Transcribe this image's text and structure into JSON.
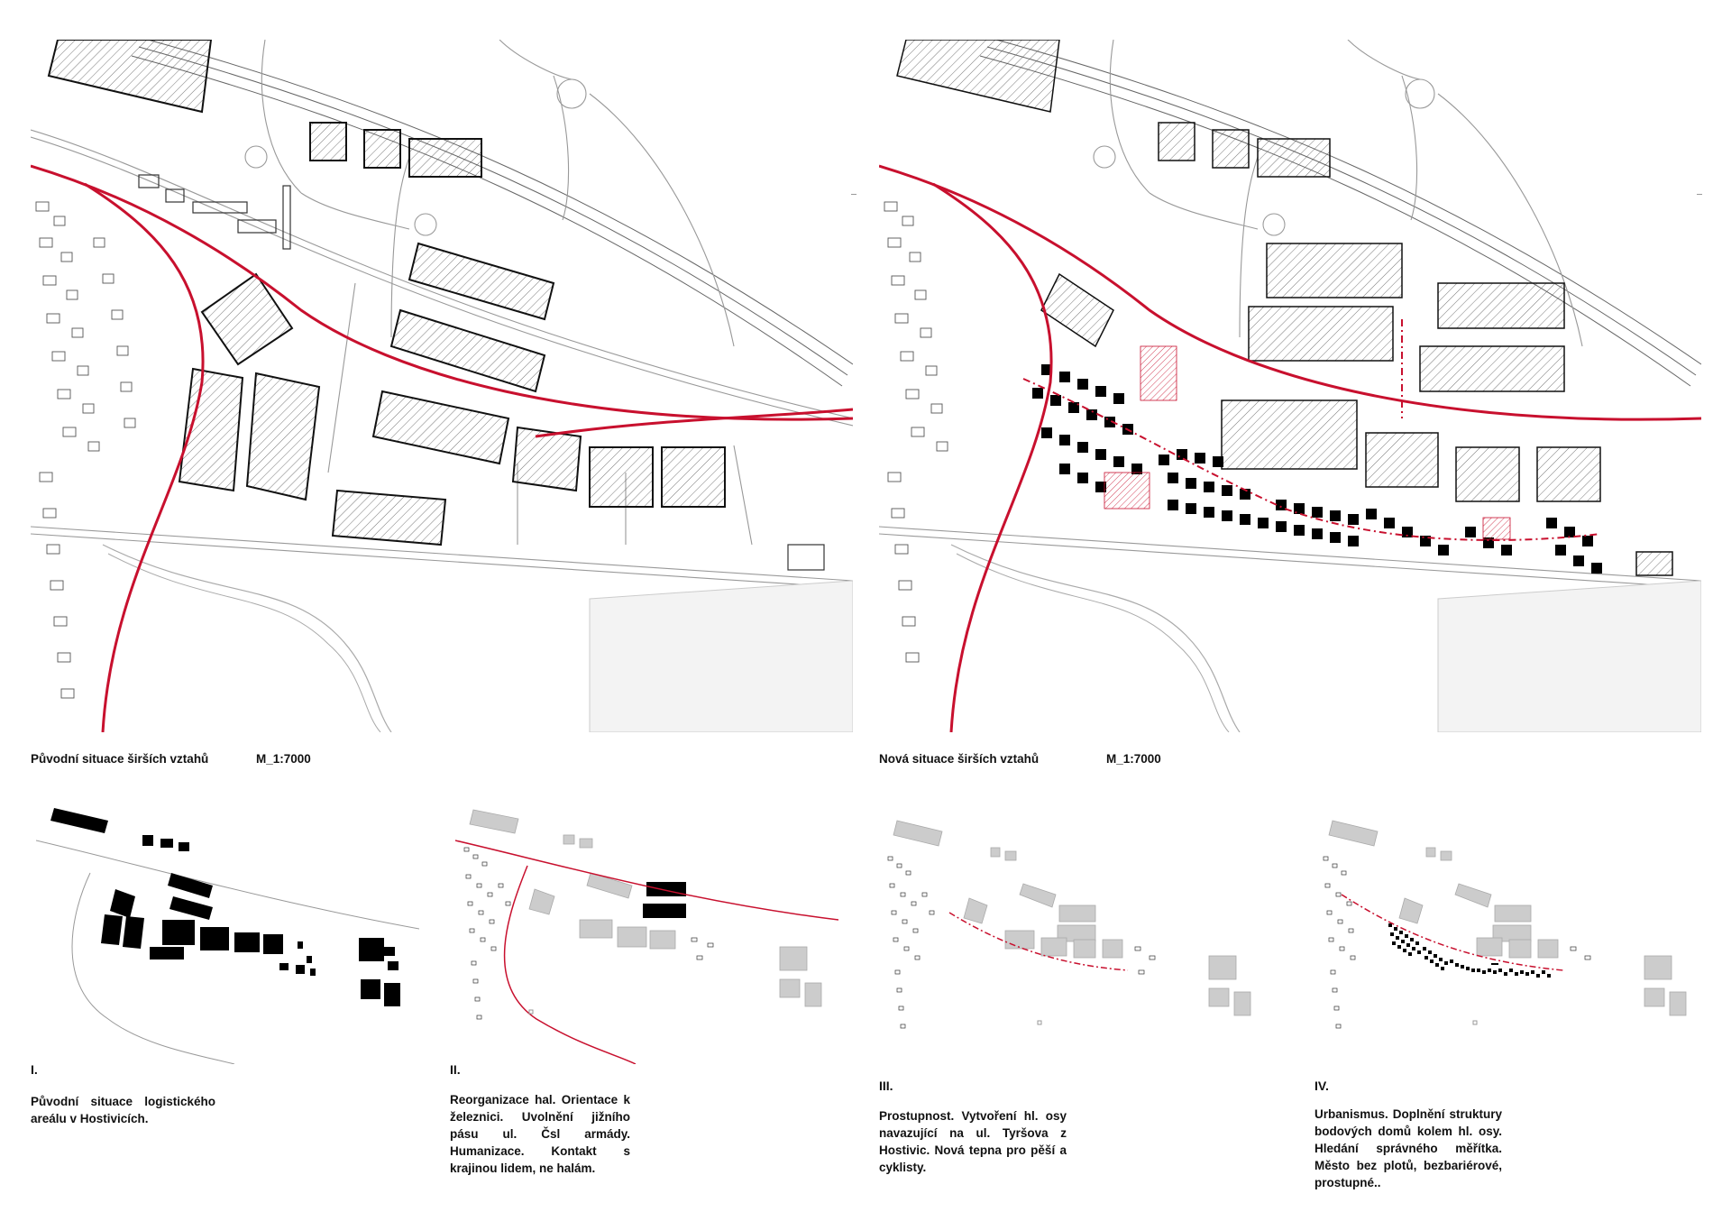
{
  "top_maps": {
    "original": {
      "title": "Původní situace širších vztahů",
      "scale": "M_1:7000"
    },
    "new": {
      "title": "Nová situace širších vztahů",
      "scale": "M_1:7000"
    }
  },
  "steps": [
    {
      "numeral": "I.",
      "text": "Původní situace logistického areálu v Hostivicích."
    },
    {
      "numeral": "II.",
      "text": "Reorganizace hal. Orientace k železnici. Uvolnění jižního pásu ul. Čsl armády. Humanizace. Kontakt s krajinou lidem, ne halám."
    },
    {
      "numeral": "III.",
      "text": "Prostupnost. Vytvoření hl. osy navazující na ul. Tyršova z Hostivic. Nová tepna pro pěší a cyklisty."
    },
    {
      "numeral": "IV.",
      "text": "Urbanismus. Doplnění struktury bodových domů kolem hl. osy. Hledání správného měřítka. Město bez plotů, bezbariérové, prostupné.."
    }
  ],
  "colors": {
    "accent": "#c8102e",
    "building": "#000000",
    "hatched": "#dddddd",
    "line": "#888888"
  }
}
